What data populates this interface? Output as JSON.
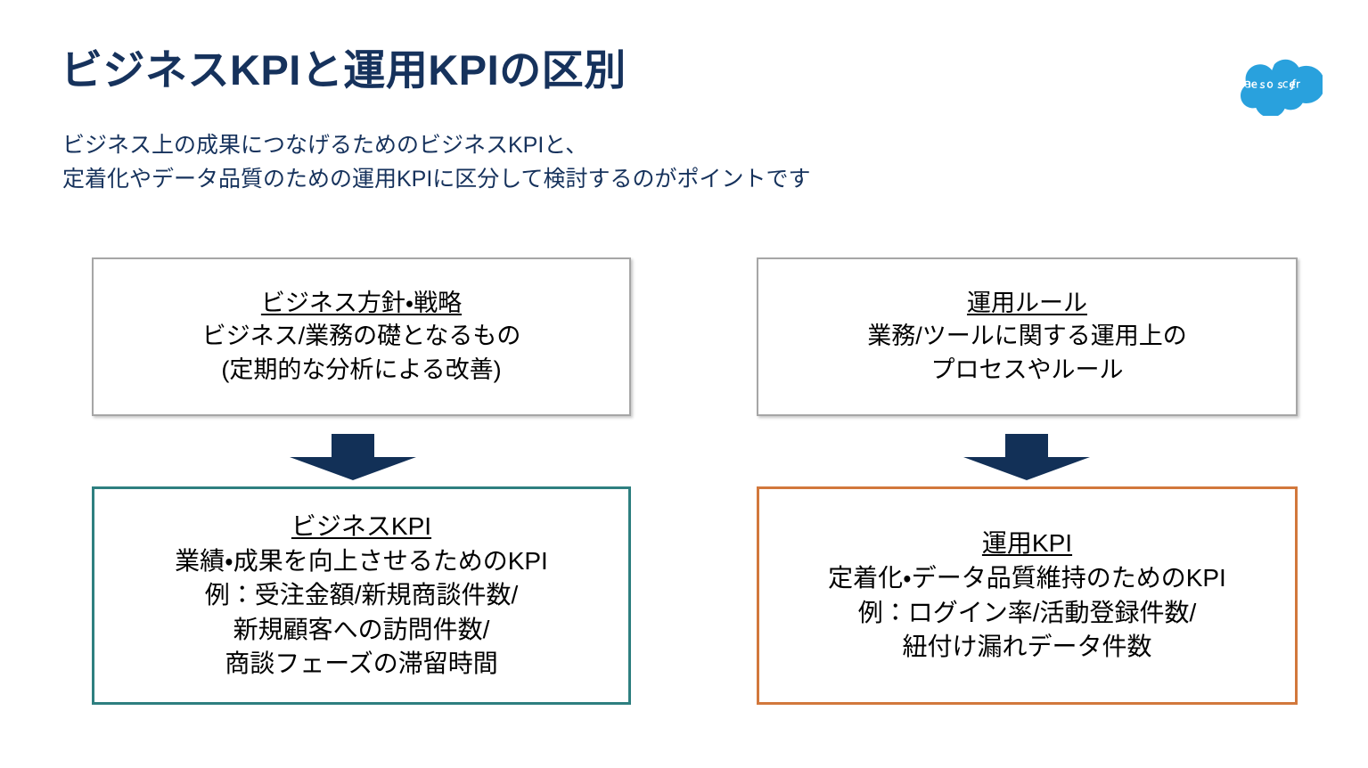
{
  "slide": {
    "title": "ビジネスKPIと運用KPIの区別",
    "subtitle": "ビジネス上の成果につなげるためのビジネスKPIと、\n定着化やデータ品質のための運用KPIに区分して検討するのがポイントです",
    "logo_name": "salesforce",
    "colors": {
      "title_navy": "#16325c",
      "arrow_navy": "#123057",
      "box_grey_border": "#a6a6a6",
      "box_teal_border": "#2e7f80",
      "box_orange_border": "#d2783c",
      "logo_blue": "#29a1dd",
      "body_text": "#000000",
      "background": "#ffffff"
    }
  },
  "columns": {
    "left": {
      "top_box": {
        "heading": "ビジネス方針・戦略",
        "lines": [
          "ビジネス/業務の礎となるもの",
          "(定期的な分析による改善)"
        ]
      },
      "arrow": "down-arrow",
      "bottom_box": {
        "heading": "ビジネスKPI",
        "lines": [
          "業績・成果を向上させるためのKPI",
          "例：受注金額/新規商談件数/",
          "新規顧客への訪問件数/",
          "商談フェーズの滞留時間"
        ]
      }
    },
    "right": {
      "top_box": {
        "heading": "運用ルール",
        "lines": [
          "業務/ツールに関する運用上の",
          "プロセスやルール"
        ]
      },
      "arrow": "down-arrow",
      "bottom_box": {
        "heading": "運用KPI",
        "lines": [
          "定着化・データ品質維持のためのKPI",
          "例：ログイン率/活動登録件数/",
          "紐付け漏れデータ件数"
        ]
      }
    }
  }
}
